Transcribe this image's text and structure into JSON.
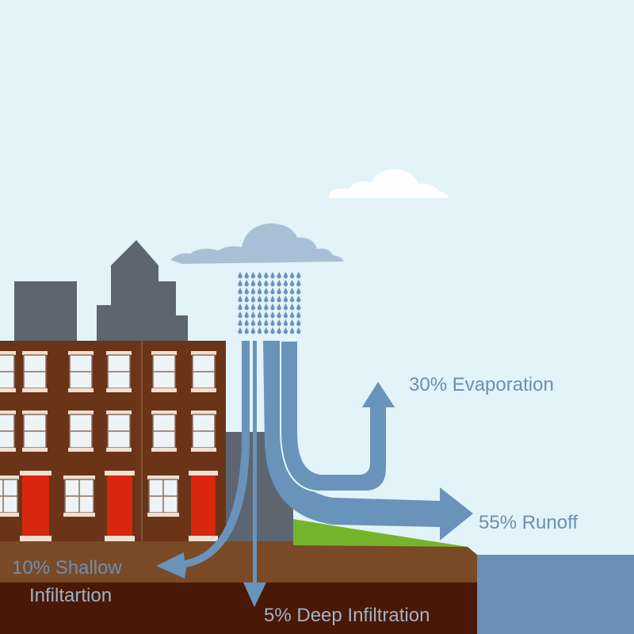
{
  "labels": {
    "evaporation": "30% Evaporation",
    "runoff": "55% Runoff",
    "shallow_line1": "10% Shallow",
    "shallow_line2": "Infiltartion",
    "deep": "5% Deep Infiltration"
  },
  "flows": [
    {
      "name": "evaporation",
      "percent": 30
    },
    {
      "name": "runoff",
      "percent": 55
    },
    {
      "name": "shallow-infiltration",
      "percent": 10
    },
    {
      "name": "deep-infiltration",
      "percent": 5
    }
  ],
  "colors": {
    "sky": "#e2f3f9",
    "flow": "#6a93bb",
    "brick": "#6b3418",
    "door": "#d9260e",
    "soil_top": "#7a4a26",
    "soil_deep": "#4a1806",
    "water": "#6b8fb5",
    "grass": "#74b52c",
    "buildings_bg": "#5d6670"
  }
}
